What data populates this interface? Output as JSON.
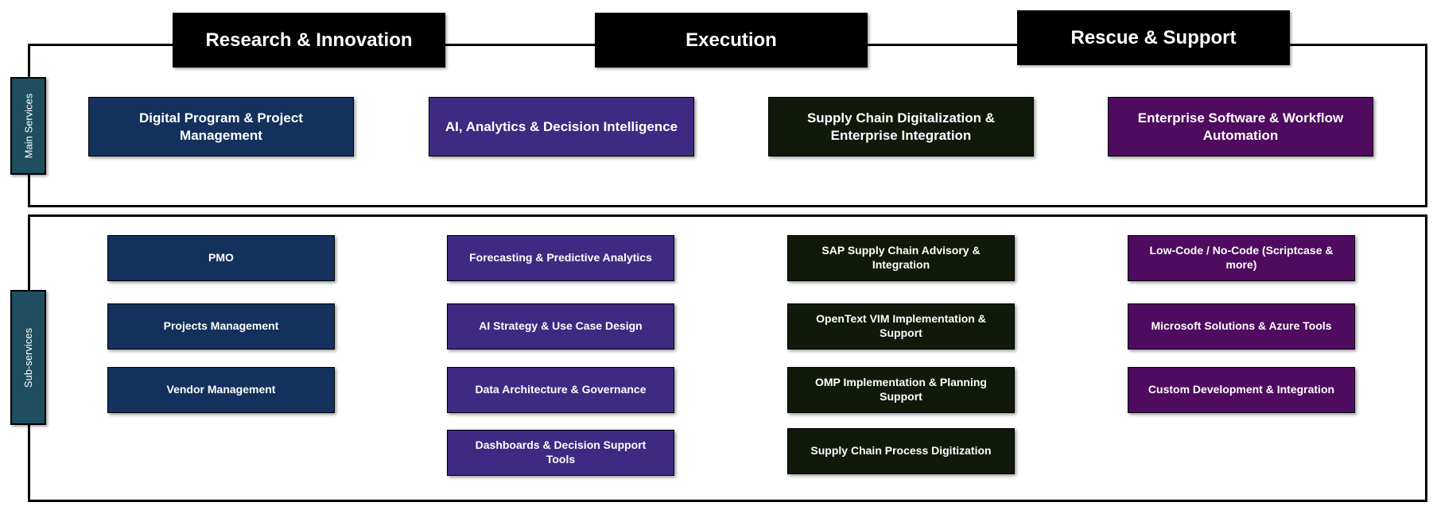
{
  "colors": {
    "navy": "#13315c",
    "indigo": "#3e2a82",
    "dark_green": "#10190a",
    "purple": "#4f0b5f",
    "label_teal": "#1e4e5f",
    "phase_black": "#000000"
  },
  "phases": [
    "Research & Innovation",
    "Execution",
    "Rescue & Support"
  ],
  "row_labels": {
    "main": "Main Services",
    "sub": "Sub-services"
  },
  "main_services": [
    "Digital Program & Project Management",
    "AI, Analytics & Decision Intelligence",
    "Supply Chain Digitalization & Enterprise Integration",
    "Enterprise Software & Workflow Automation"
  ],
  "sub_services": [
    [
      "PMO",
      "Projects Management",
      "Vendor Management"
    ],
    [
      "Forecasting & Predictive Analytics",
      "AI Strategy & Use Case Design",
      "Data Architecture & Governance",
      "Dashboards & Decision Support Tools"
    ],
    [
      "SAP Supply Chain Advisory & Integration",
      "OpenText VIM Implementation & Support",
      "OMP Implementation & Planning Support",
      "Supply Chain Process Digitization"
    ],
    [
      "Low-Code / No-Code (Scriptcase & more)",
      "Microsoft Solutions & Azure Tools",
      "Custom Development & Integration"
    ]
  ]
}
